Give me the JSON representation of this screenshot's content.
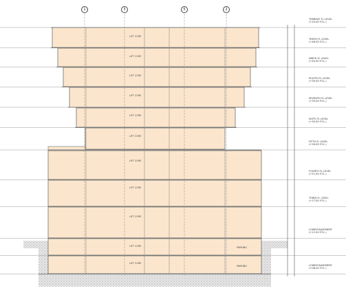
{
  "grid_bubbles": [
    "1",
    "3",
    "5",
    "2"
  ],
  "core_label": "LIFT CORE",
  "parking_label": "PARKING",
  "levels": [
    {
      "name": "TERRACE FL LEVEL",
      "elev": "(+53.00 F.F.L.)"
    },
    {
      "name": "TENTH FL LEVEL",
      "elev": "(+48.50 F.F.L.)"
    },
    {
      "name": "NINTH FL LEVEL",
      "elev": "(+44.00 F.F.L.)"
    },
    {
      "name": "EIGHTH FL LEVEL",
      "elev": "(+39.50 F.F.L.)"
    },
    {
      "name": "SEVENTH FL LEVEL",
      "elev": "(+35.00 F.F.L.)"
    },
    {
      "name": "SIXTH FL LEVEL",
      "elev": "(+30.50 F.F.L.)"
    },
    {
      "name": "FIFTH FL LEVEL",
      "elev": "(+26.00 F.F.L.)"
    },
    {
      "name": "FOURTH FL LEVEL",
      "elev": "(+21.50 F.F.L.)"
    },
    {
      "name": "THIRD FL LEVEL",
      "elev": "(+17.00 F.F.L.)"
    },
    {
      "name": "LOWER BASEMENT",
      "elev": "(+12.50 F.F.L.)"
    },
    {
      "name": "LOWER BASEMENT",
      "elev": "(+08.00 F.F.L.)"
    }
  ],
  "colors": {
    "fill": "#fbe6cd",
    "line": "#7a7a7a",
    "ground": "#bdbdbd"
  }
}
